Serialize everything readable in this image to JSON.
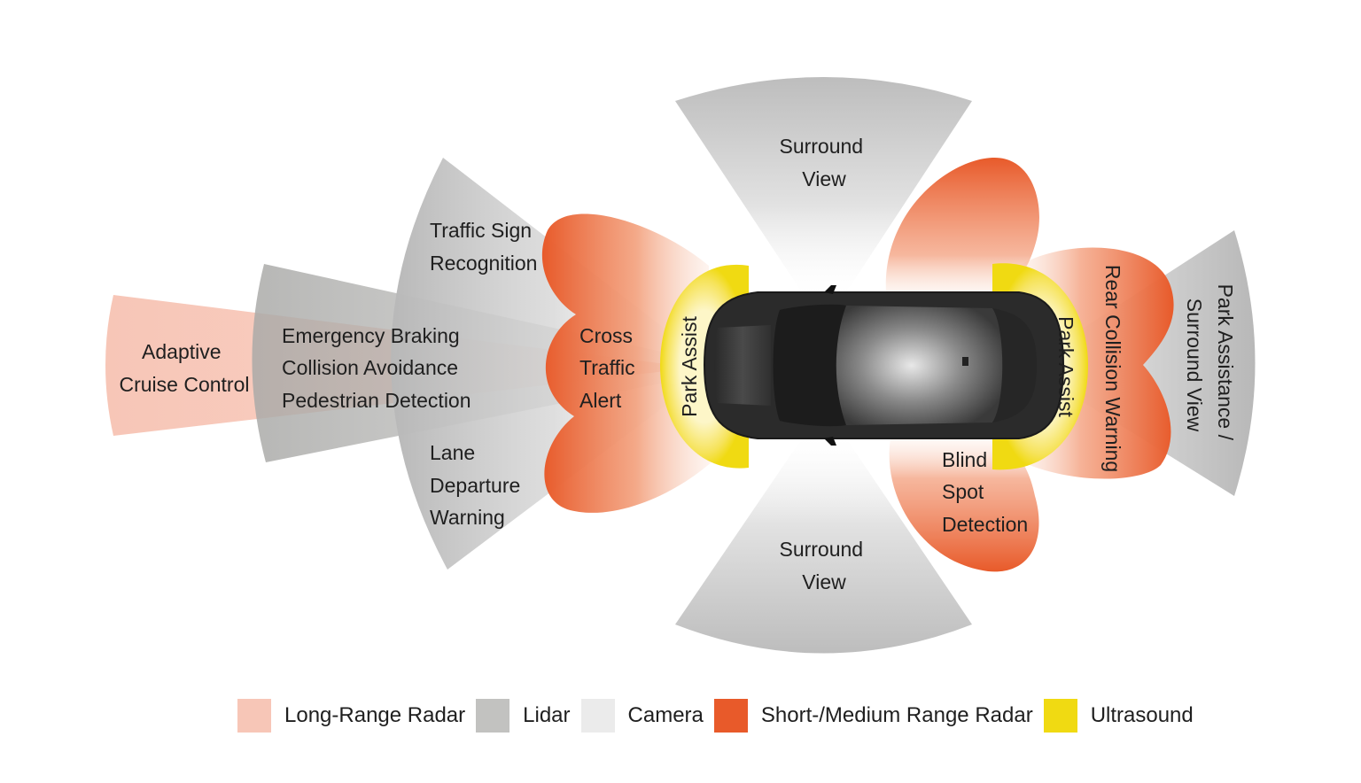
{
  "colors": {
    "long_range_radar": "#f7c6b7",
    "lidar": "#c2c2c0",
    "camera": "#ebebeb",
    "short_medium_radar": "#e85a2a",
    "ultrasound": "#f0da12"
  },
  "labels": {
    "adaptive_cruise": [
      "Adaptive",
      "Cruise Control"
    ],
    "emergency": [
      "Emergency Braking",
      "Collision Avoidance",
      "Pedestrian Detection"
    ],
    "traffic_sign": [
      "Traffic Sign",
      "Recognition"
    ],
    "lane_departure": [
      "Lane",
      "Departure",
      "Warning"
    ],
    "cross_traffic": [
      "Cross",
      "Traffic",
      "Alert"
    ],
    "surround_top": [
      "Surround",
      "View"
    ],
    "surround_bottom": [
      "Surround",
      "View"
    ],
    "park_assist_front": "Park Assist",
    "park_assist_rear": "Park Assist",
    "rear_collision": "Rear Collision Warning",
    "park_assistance_surround": [
      "Park Assistance /",
      "Surround View"
    ],
    "blind_spot": [
      "Blind",
      "Spot",
      "Detection"
    ]
  },
  "legend": [
    {
      "label": "Long-Range Radar",
      "color": "#f7c6b7"
    },
    {
      "label": "Lidar",
      "color": "#c2c2c0"
    },
    {
      "label": "Camera",
      "color": "#ebebeb"
    },
    {
      "label": "Short-/Medium Range Radar",
      "color": "#e85a2a"
    },
    {
      "label": "Ultrasound",
      "color": "#f0da12"
    }
  ]
}
